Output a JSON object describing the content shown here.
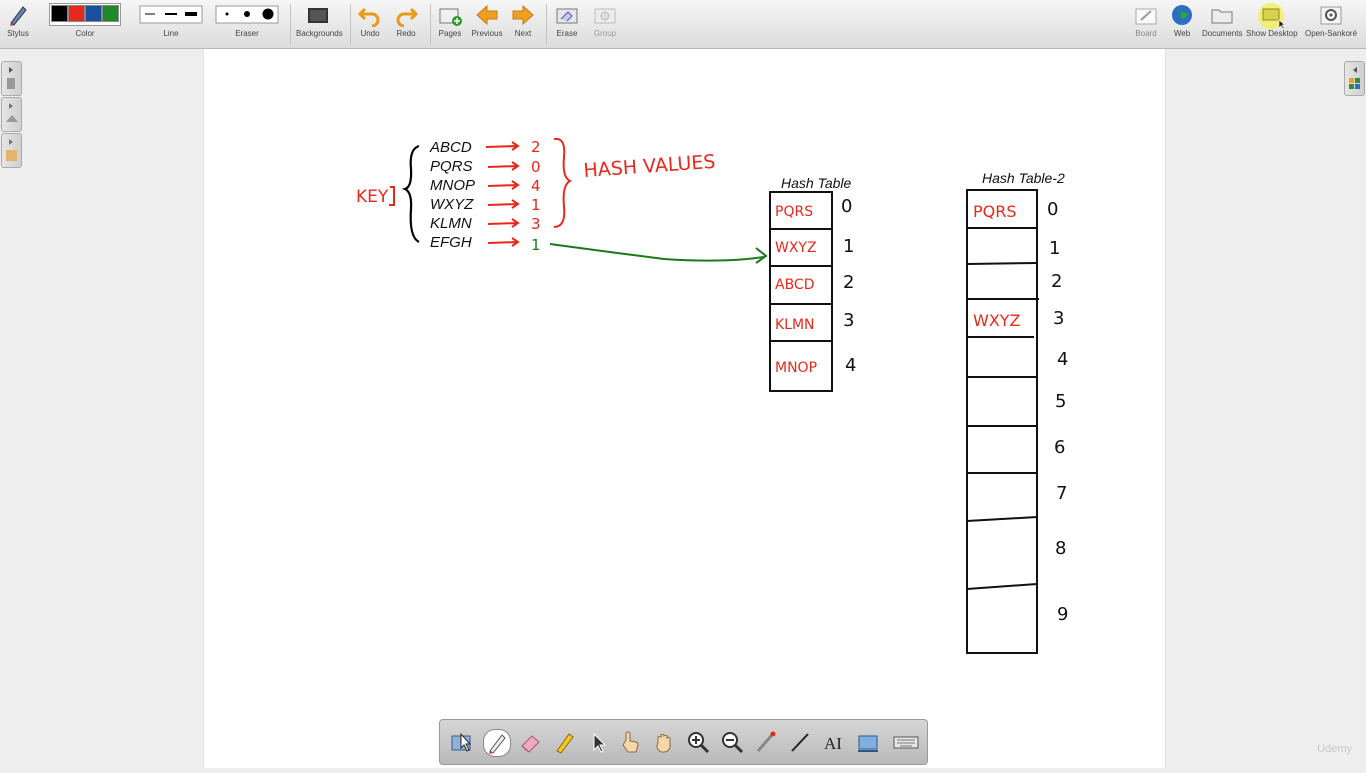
{
  "toolbar": {
    "stylus": "Stylus",
    "color": "Color",
    "line": "Line",
    "eraser": "Eraser",
    "backgrounds": "Backgrounds",
    "undo": "Undo",
    "redo": "Redo",
    "pages": "Pages",
    "previous": "Previous",
    "next": "Next",
    "erase": "Erase",
    "group": "Group",
    "board": "Board",
    "web": "Web",
    "documents": "Documents",
    "show_desktop": "Show Desktop",
    "open_sankore": "Open-Sankoré"
  },
  "colors": {
    "black": "#000000",
    "red": "#e8281c",
    "blue": "#1a4e9e",
    "green": "#1d8a2a",
    "ink_red": "#e8281c",
    "ink_green": "#1a7a1a"
  },
  "whiteboard": {
    "keys": [
      "ABCD",
      "PQRS",
      "MNOP",
      "WXYZ",
      "KLMN",
      "EFGH"
    ],
    "hash_values": [
      "2",
      "0",
      "4",
      "1",
      "3",
      "1"
    ],
    "key_label": "KEY",
    "hash_label": "HASH VALUES",
    "table1": {
      "title": "Hash Table",
      "cells": [
        "PQRS",
        "WXYZ",
        "ABCD",
        "KLMN",
        "MNOP"
      ],
      "indices": [
        "0",
        "1",
        "2",
        "3",
        "4"
      ]
    },
    "table2": {
      "title": "Hash Table-2",
      "cells": [
        "PQRS",
        "",
        "",
        "WXYZ",
        "",
        "",
        "",
        "",
        "",
        ""
      ],
      "indices": [
        "0",
        "1",
        "2",
        "3",
        "4",
        "5",
        "6",
        "7",
        "8",
        "9"
      ]
    }
  },
  "watermark": "Udemy"
}
